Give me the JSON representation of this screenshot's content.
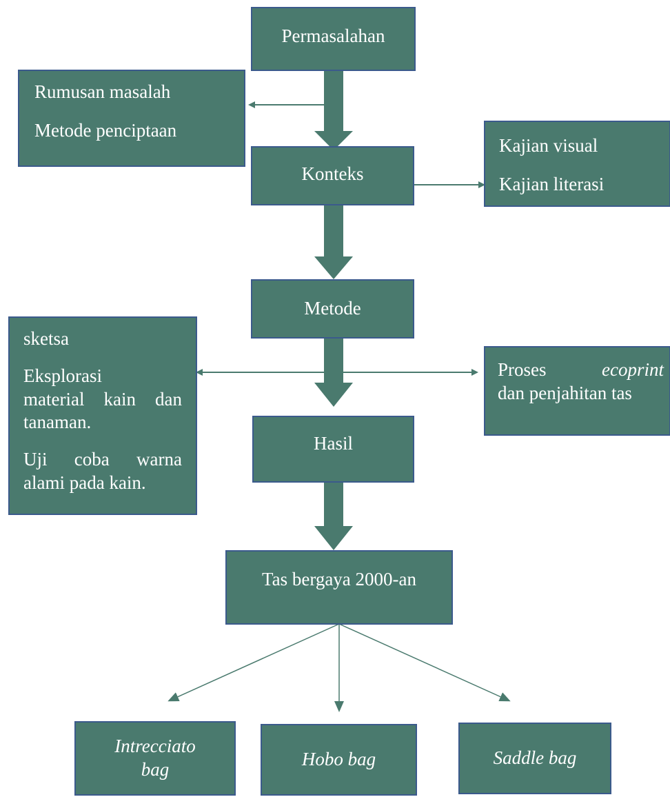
{
  "diagram": {
    "main_nodes": {
      "permasalahan": "Permasalahan",
      "konteks": "Konteks",
      "metode": "Metode",
      "hasil": "Hasil",
      "tas": "Tas bergaya 2000-an"
    },
    "side_nodes": {
      "rumusan": [
        "Rumusan masalah",
        "Metode penciptaan"
      ],
      "kajian": [
        "Kajian visual",
        "Kajian literasi"
      ],
      "metode_left": {
        "sketsa": "sketsa",
        "eksplorasi_1": "Eksplorasi",
        "eksplorasi_2": "material kain dan",
        "eksplorasi_3": "tanaman.",
        "uji_1": "Uji coba warna",
        "uji_2": "alami pada kain."
      },
      "proses": {
        "line1_prefix": "Proses",
        "line1_italic": "ecoprint",
        "line2": "dan penjahitan tas"
      }
    },
    "leaf_nodes": {
      "intrecciato": [
        "Intrecciato",
        "bag"
      ],
      "hobo": "Hobo bag",
      "saddle": "Saddle bag"
    },
    "colors": {
      "box_fill": "#4a7a6e",
      "box_border": "#3b5a8c",
      "connector": "#4a7a6e",
      "text": "#ffffff"
    }
  }
}
